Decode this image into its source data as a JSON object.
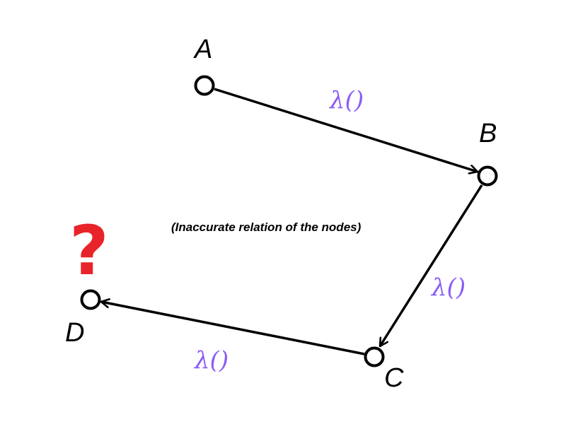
{
  "nodes": {
    "A": {
      "label": "A"
    },
    "B": {
      "label": "B"
    },
    "C": {
      "label": "C"
    },
    "D": {
      "label": "D"
    }
  },
  "edges": [
    {
      "from": "A",
      "to": "B",
      "label": "λ()"
    },
    {
      "from": "B",
      "to": "C",
      "label": "λ()"
    },
    {
      "from": "C",
      "to": "D",
      "label": "λ()"
    }
  ],
  "caption": "(Inaccurate relation of the nodes)",
  "unknown_marker": "?",
  "colors": {
    "stroke": "#000000",
    "edge_label": "#8b5cf6",
    "unknown_marker": "#e8232a"
  }
}
